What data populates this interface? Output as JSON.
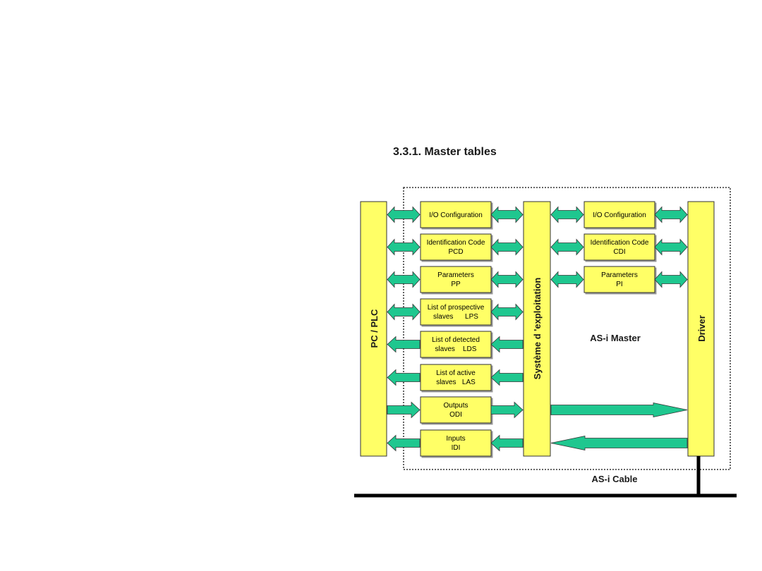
{
  "heading": "3.3.1. Master tables",
  "colors": {
    "box_fill": "#ffff66",
    "arrow_fill": "#1fc78f",
    "line": "#000000"
  },
  "labels": {
    "pc_plc": "PC / PLC",
    "systeme": "Système d 'exploitation",
    "driver": "Driver",
    "as_i_master": "AS-i Master",
    "as_i_cable": "AS-i Cable"
  },
  "left_tables": [
    {
      "line1": "I/O Configuration",
      "line2": ""
    },
    {
      "line1": "Identification Code",
      "line2": "PCD"
    },
    {
      "line1": "Parameters",
      "line2": "PP"
    },
    {
      "line1": "List of prospective",
      "line2": "slaves      LPS"
    },
    {
      "line1": "List of detected",
      "line2": "slaves    LDS"
    },
    {
      "line1": "List of active",
      "line2": "slaves   LAS"
    },
    {
      "line1": "Outputs",
      "line2": "ODI"
    },
    {
      "line1": "Inputs",
      "line2": "IDI"
    }
  ],
  "right_tables": [
    {
      "line1": "I/O Configuration",
      "line2": ""
    },
    {
      "line1": "Identification Code",
      "line2": "CDI"
    },
    {
      "line1": "Parameters",
      "line2": "PI"
    }
  ]
}
